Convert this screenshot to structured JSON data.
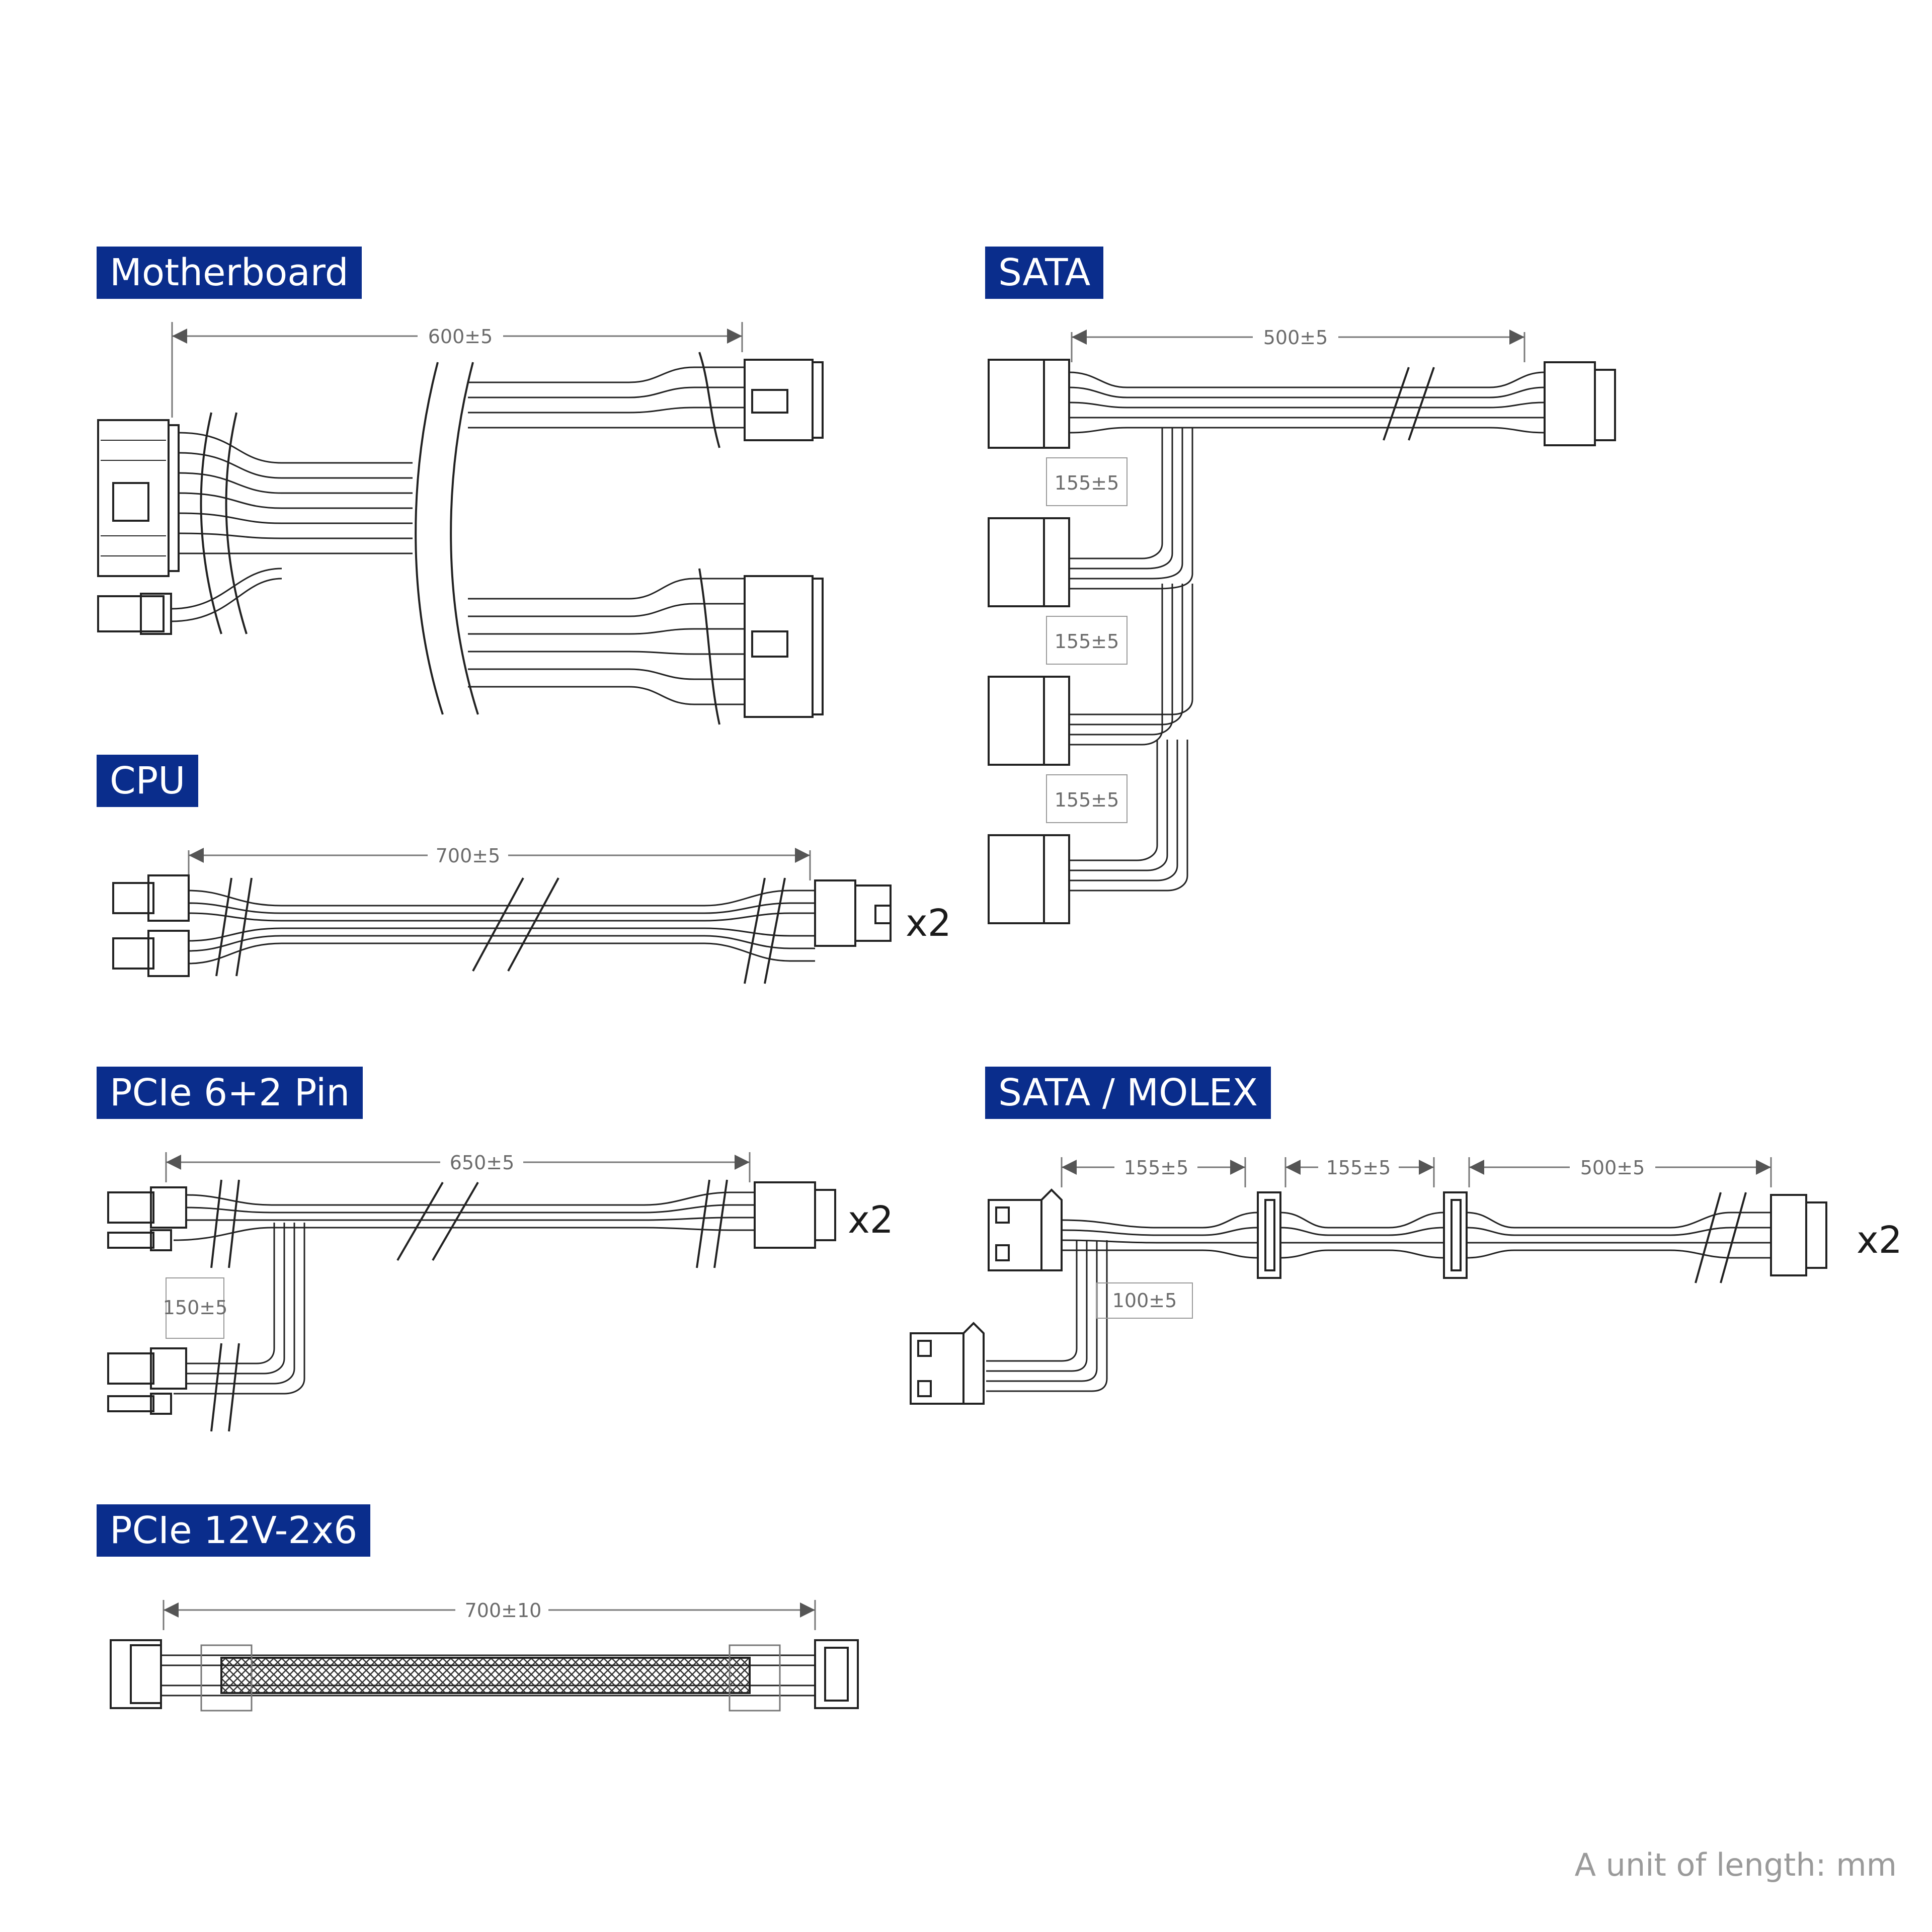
{
  "sections": {
    "motherboard": {
      "title": "Motherboard",
      "length": "600±5"
    },
    "sata": {
      "title": "SATA",
      "length": "500±5",
      "spacing": [
        "155±5",
        "155±5",
        "155±5"
      ]
    },
    "cpu": {
      "title": "CPU",
      "length": "700±5",
      "qty": "x2"
    },
    "pcie62": {
      "title": "PCIe 6+2 Pin",
      "length": "650±5",
      "branch": "150±5",
      "qty": "x2"
    },
    "satamolex": {
      "title": "SATA / MOLEX",
      "segments": [
        "155±5",
        "155±5",
        "500±5"
      ],
      "branch": "100±5",
      "qty": "x2"
    },
    "pcie12v": {
      "title": "PCIe 12V-2x6",
      "length": "700±10"
    }
  },
  "unit_note": "A unit of length: mm",
  "colors": {
    "header_bg": "#0a2d8c",
    "header_text": "#ffffff",
    "line": "#222222",
    "dim_text": "#6b6b6b"
  }
}
